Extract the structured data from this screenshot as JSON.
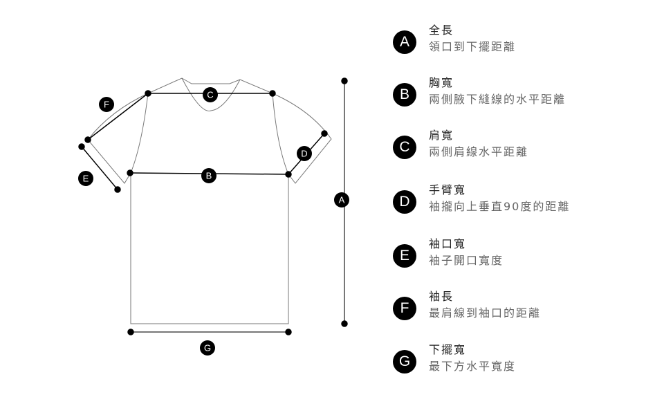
{
  "diagram_labels": [
    "A",
    "B",
    "C",
    "D",
    "E",
    "F",
    "G"
  ],
  "legend": [
    {
      "letter": "A",
      "title": "全長",
      "desc": "領口到下擺距離"
    },
    {
      "letter": "B",
      "title": "胸寬",
      "desc": "兩側腋下縫線的水平距離"
    },
    {
      "letter": "C",
      "title": "肩寬",
      "desc": "兩側肩線水平距離"
    },
    {
      "letter": "D",
      "title": "手臂寬",
      "desc": "袖攏向上垂直90度的距離"
    },
    {
      "letter": "E",
      "title": "袖口寬",
      "desc": "袖子開口寬度"
    },
    {
      "letter": "F",
      "title": "袖長",
      "desc": "最肩線到袖口的距離"
    },
    {
      "letter": "G",
      "title": "下擺寬",
      "desc": "最下方水平寬度"
    }
  ]
}
